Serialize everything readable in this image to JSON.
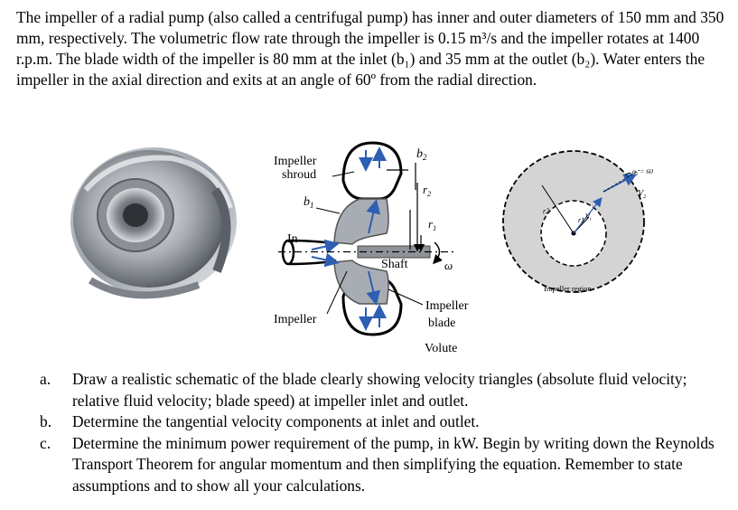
{
  "problem": {
    "intro": "The impeller of a radial pump (also called a centrifugal pump) has inner and outer diameters of 150 mm and 350 mm, respectively. The volumetric flow rate through the impeller is 0.15 m³/s and the impeller rotates at 1400 r.p.m. The blade width of the impeller is 80 mm at the inlet (b₁) and 35 mm at the outlet (b₂). Water enters the impeller in the axial direction and exits at an angle of 60º from the radial direction."
  },
  "schematic": {
    "label_shroud_1": "Impeller",
    "label_shroud_2": "shroud",
    "label_b1": "b",
    "label_b1_sub": "1",
    "label_b2": "b",
    "label_b2_sub": "2",
    "label_r1": "r",
    "label_r1_sub": "1",
    "label_r2": "r",
    "label_r2_sub": "2",
    "label_in": "In",
    "label_shaft": "Shaft",
    "label_omega": "ω",
    "label_impeller": "Impeller",
    "label_blade_1": "Impeller",
    "label_blade_2": "blade",
    "label_volute": "Volute"
  },
  "disk_diagram": {
    "label_region": "Impeller region",
    "label_alpha": "α₂ = 60",
    "label_v2": "V",
    "label_v2_sub": "2",
    "label_r2": "r2",
    "label_r1": "r1",
    "label_vt": "V",
    "label_vt_sub": "t"
  },
  "tasks": [
    {
      "marker": "a.",
      "text": "Draw a realistic schematic of the blade clearly showing velocity triangles (absolute fluid velocity; relative fluid velocity; blade speed) at impeller inlet and outlet."
    },
    {
      "marker": "b.",
      "text": "Determine the tangential velocity components at inlet and outlet."
    },
    {
      "marker": "c.",
      "text": "Determine the minimum power requirement of the pump, in kW. Begin by writing down the Reynolds Transport Theorem for angular momentum and then simplifying the equation. Remember to state assumptions and to show all your calculations."
    }
  ]
}
